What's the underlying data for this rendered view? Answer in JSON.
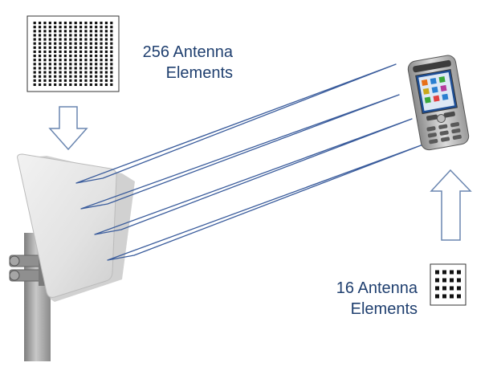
{
  "labels": {
    "large_array": {
      "line1": "256 Antenna",
      "line2": "Elements"
    },
    "small_array": {
      "line1": "16 Antenna",
      "line2": "Elements"
    }
  },
  "arrays": {
    "large": {
      "rows": 16,
      "cols": 16
    },
    "small": {
      "rows": 4,
      "cols": 4
    }
  },
  "beams": {
    "count": 4
  },
  "colors": {
    "caption": "#1f3f6f",
    "beam": "#3a5c9c",
    "arrow_stroke": "#6a86b0",
    "panel": "#e6e6e6",
    "pole": "#9a9a9a",
    "dots": "#111111"
  }
}
